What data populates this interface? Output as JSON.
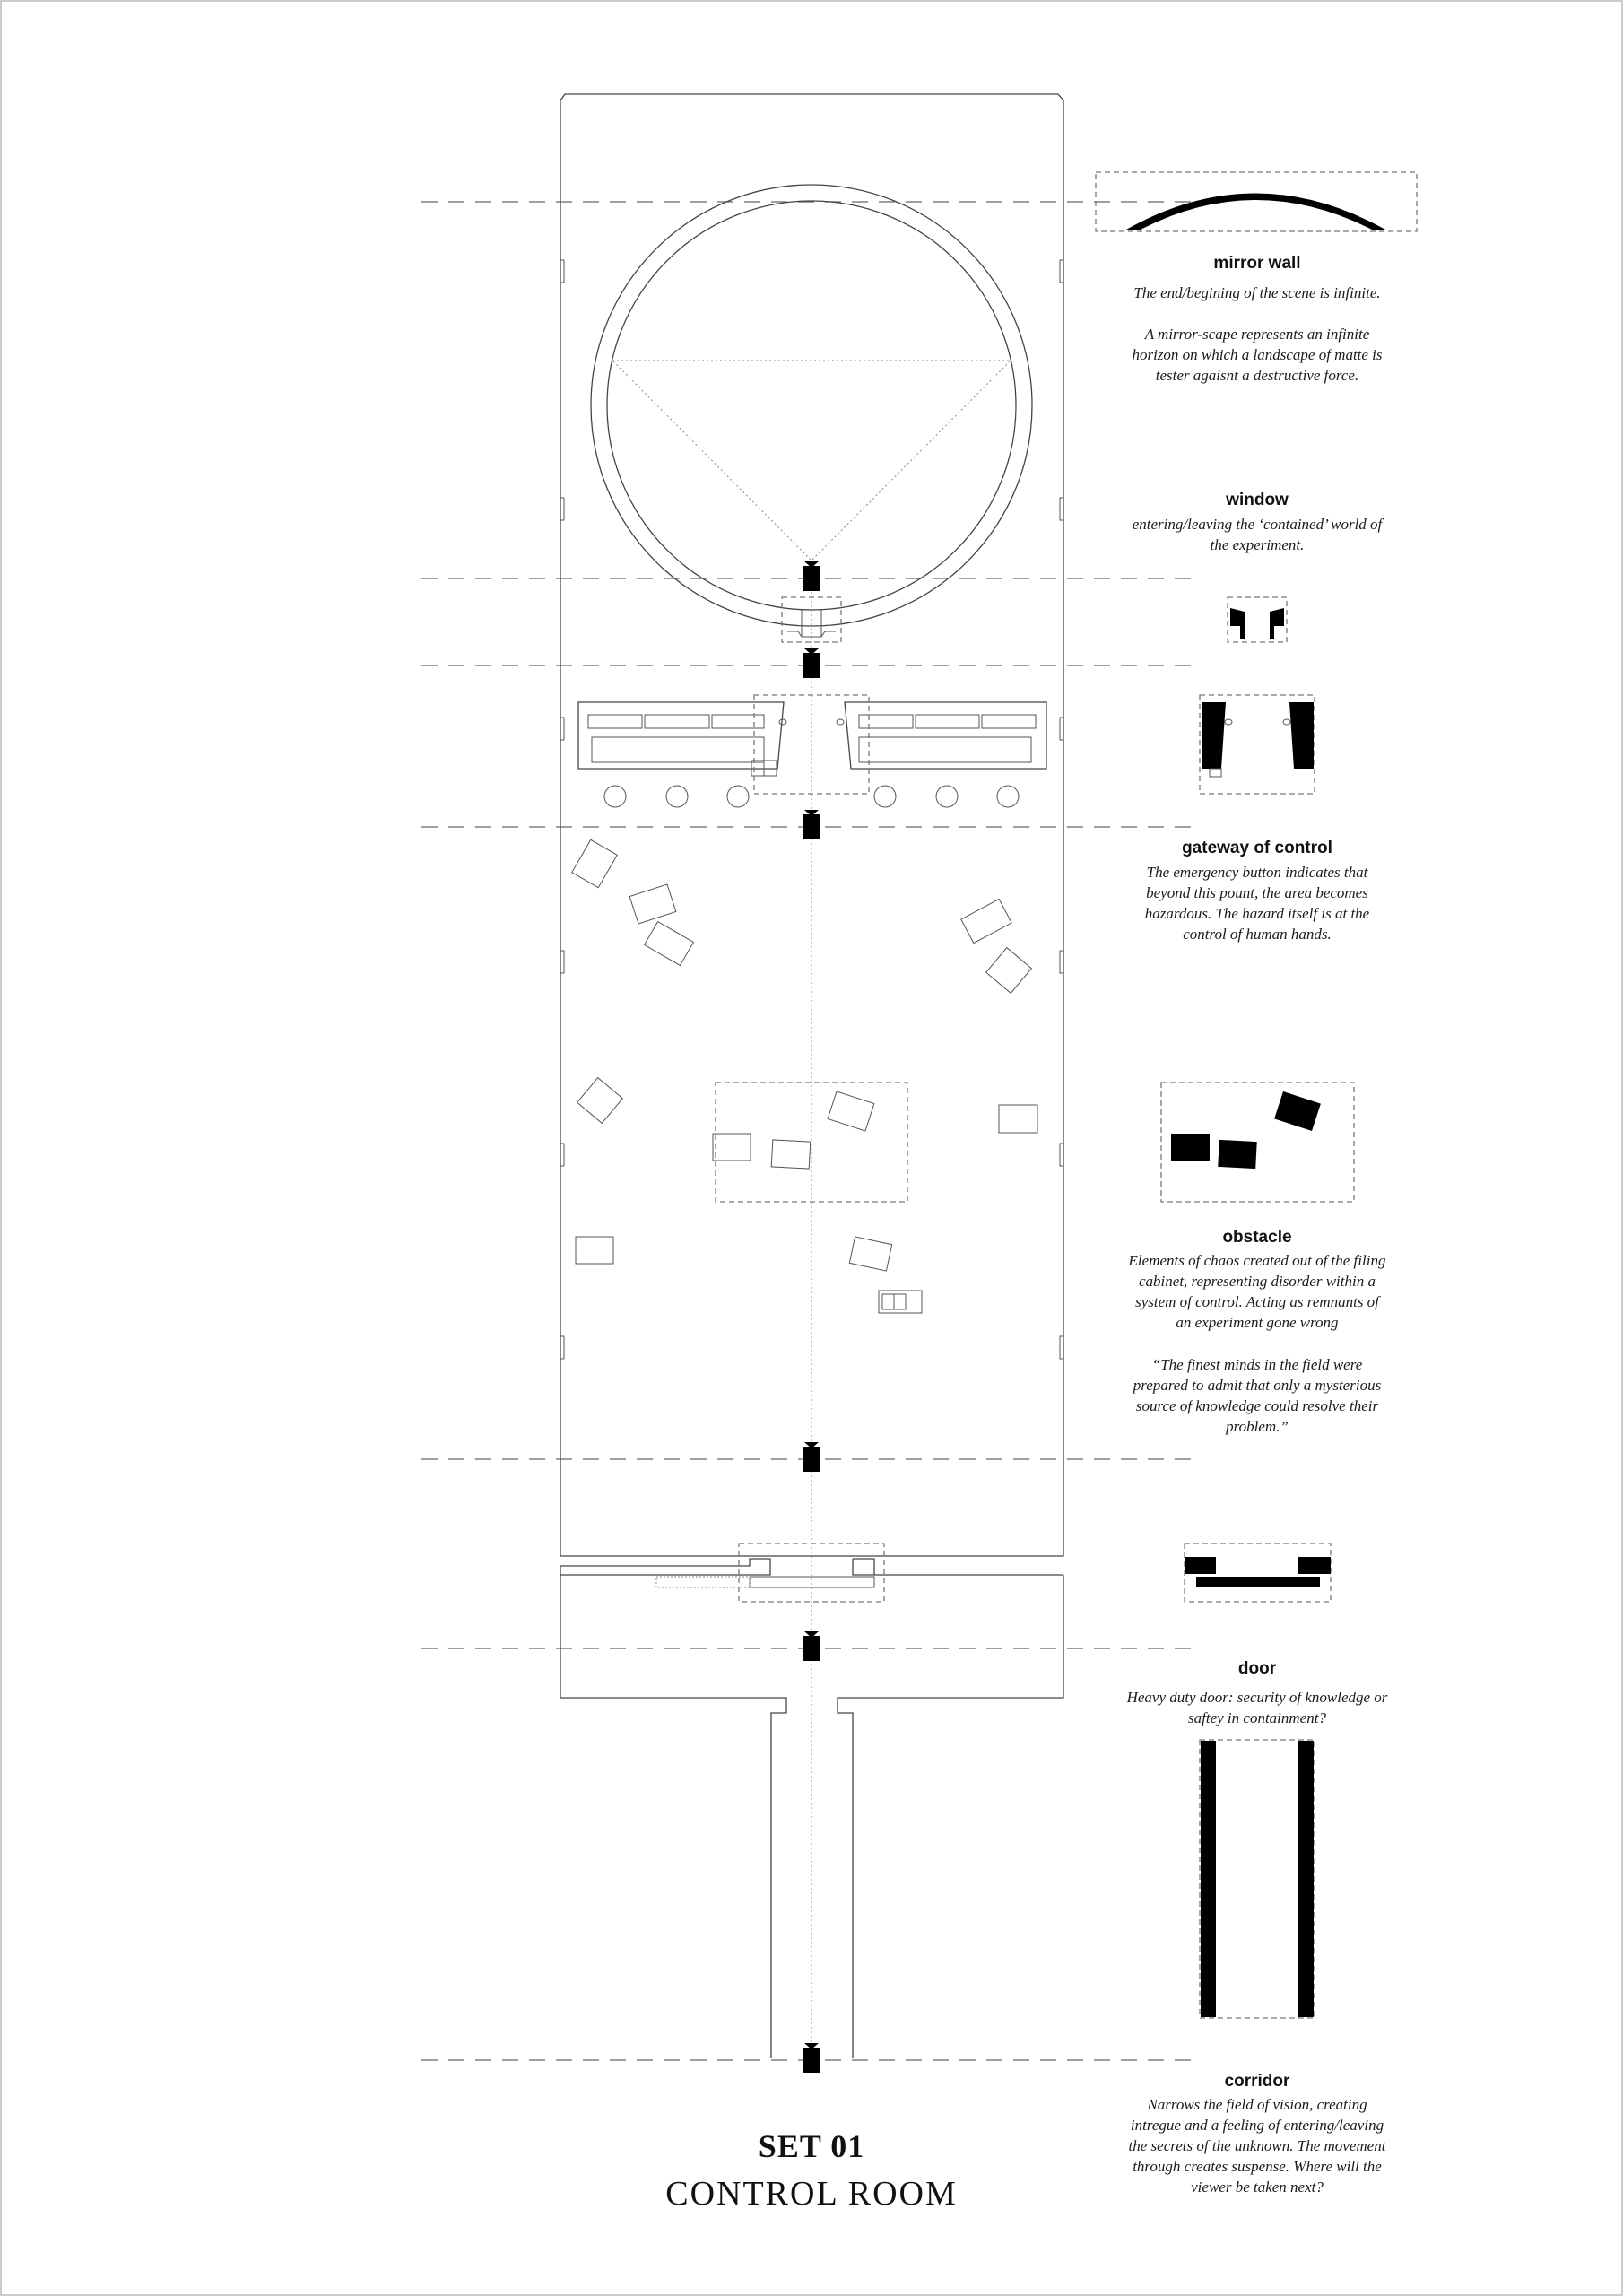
{
  "title": {
    "set_number": "SET 01",
    "set_name": "CONTROL ROOM"
  },
  "annotations": {
    "mirror_wall": {
      "title": "mirror wall",
      "lines": [
        "The end/begining of the scene is infinite.",
        "",
        "A mirror-scape represents an infinite",
        "horizon on which a landscape of matte is",
        "tester agaisnt a destructive force."
      ]
    },
    "window": {
      "title": "window",
      "lines": [
        "entering/leaving the ‘contained’ world of",
        "the experiment."
      ]
    },
    "gateway": {
      "title": "gateway of control",
      "lines": [
        "The emergency button indicates that",
        "beyond this pount, the area becomes",
        "hazardous. The hazard itself is at the",
        "control of human hands."
      ]
    },
    "obstacle": {
      "title": "obstacle",
      "lines": [
        "Elements of chaos created out of the filing",
        "cabinet, representing disorder within a",
        "system of control. Acting as remnants of",
        "an experiment gone wrong",
        "",
        "“The finest minds in the field were",
        "prepared to admit that only a mysterious",
        "source of knowledge could resolve their",
        "problem.”"
      ]
    },
    "door": {
      "title": "door",
      "lines": [
        "Heavy duty door: security of knowledge or",
        "saftey in containment?"
      ]
    },
    "corridor": {
      "title": "corridor",
      "lines": [
        "Narrows the field of vision, creating",
        "intregue and a feeling of entering/leaving",
        "the secrets of the unknown. The movement",
        "through creates suspense. Where will the",
        "viewer be taken next?"
      ]
    }
  }
}
